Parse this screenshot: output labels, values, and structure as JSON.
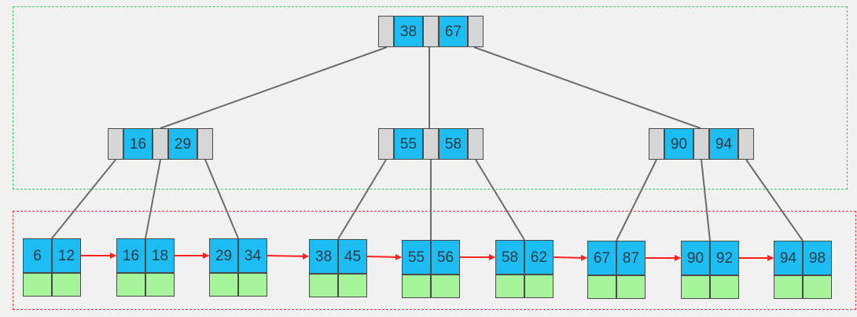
{
  "colors": {
    "key_fill": "#1cbdf3",
    "pointer_fill": "#d6d6d6",
    "data_fill": "#a6f59a",
    "edge": "#6b6b6b",
    "leaf_link": "#ff2020",
    "index_region_border": "#3cc86a",
    "leaf_region_border": "#e03a3a"
  },
  "tree": {
    "root": {
      "keys": [
        "38",
        "67"
      ]
    },
    "internal": [
      {
        "keys": [
          "16",
          "29"
        ]
      },
      {
        "keys": [
          "55",
          "58"
        ]
      },
      {
        "keys": [
          "90",
          "94"
        ]
      }
    ],
    "leaves": [
      {
        "keys": [
          "6",
          "12"
        ]
      },
      {
        "keys": [
          "16",
          "18"
        ]
      },
      {
        "keys": [
          "29",
          "34"
        ]
      },
      {
        "keys": [
          "38",
          "45"
        ]
      },
      {
        "keys": [
          "55",
          "56"
        ]
      },
      {
        "keys": [
          "58",
          "62"
        ]
      },
      {
        "keys": [
          "67",
          "87"
        ]
      },
      {
        "keys": [
          "90",
          "92"
        ]
      },
      {
        "keys": [
          "94",
          "98"
        ]
      }
    ]
  }
}
